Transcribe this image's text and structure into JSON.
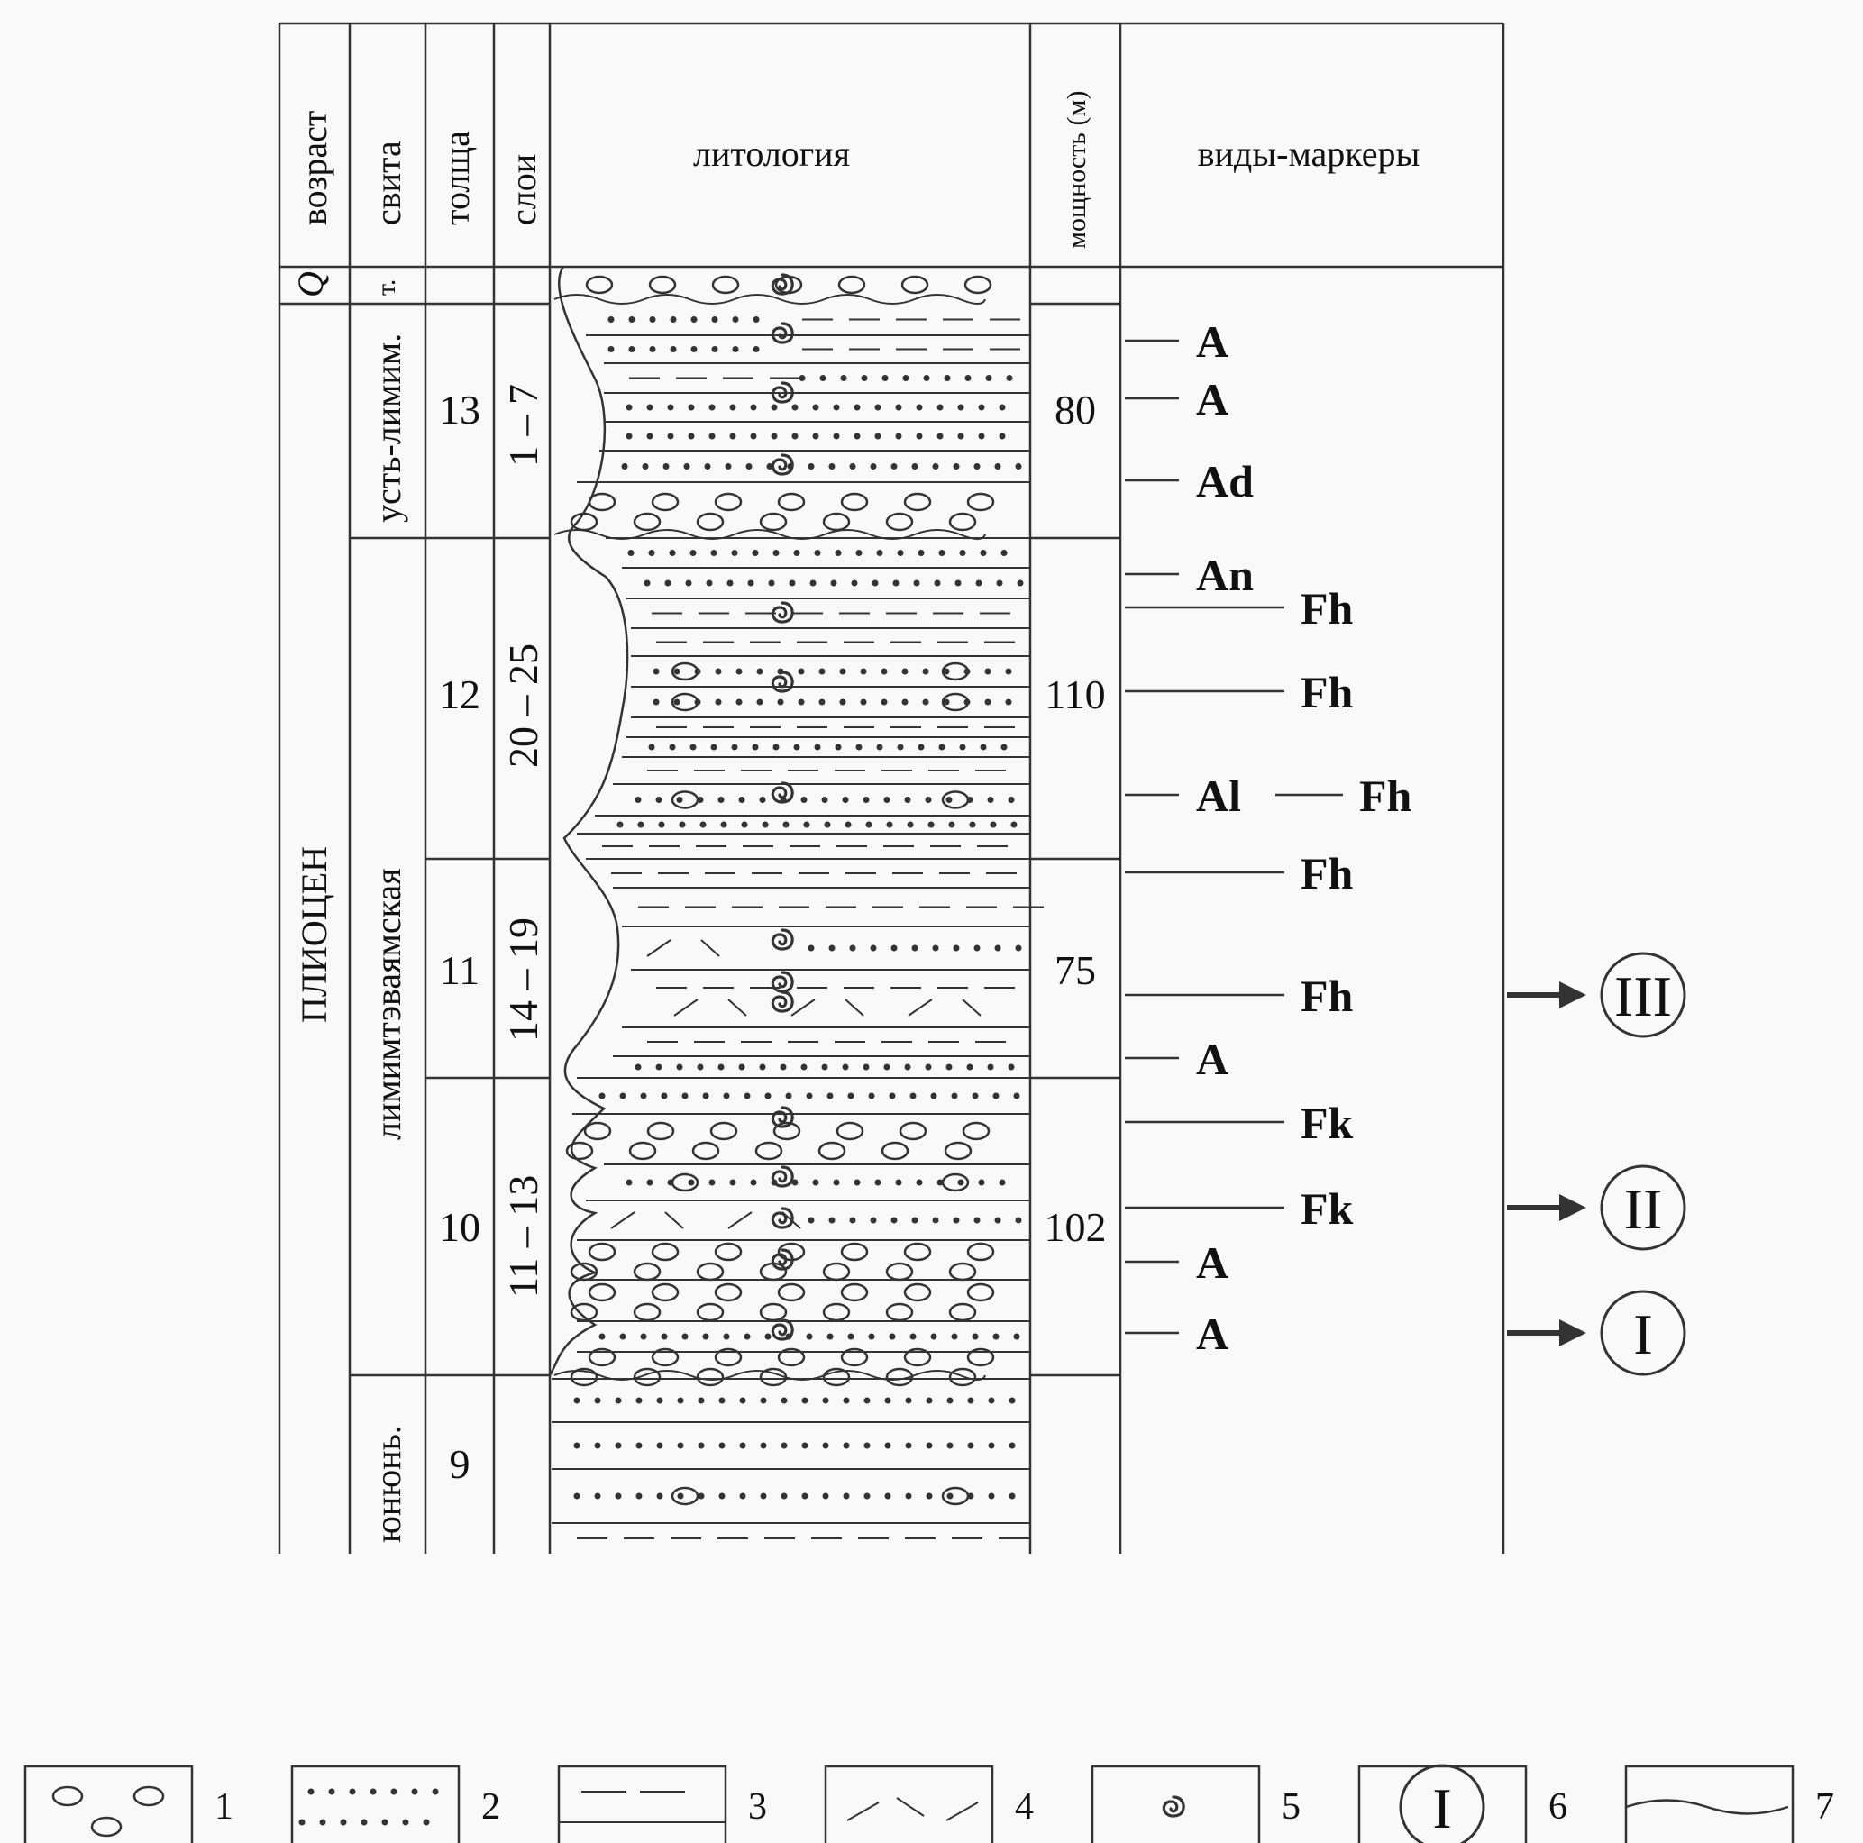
{
  "headers": {
    "age": "возраст",
    "suite": "свита",
    "unit": "толща",
    "layers": "слои",
    "lithology": "литология",
    "thickness": "мощность (м)",
    "markers": "виды-маркеры"
  },
  "rows": {
    "q": {
      "age": "Q",
      "suite": "т."
    },
    "age_pliocene": "ПЛИОЦЕН",
    "suite_ust": "усть-лимим.",
    "suite_limim": "лимимтэваямская",
    "suite_yunyun": "юнюнь.",
    "units": [
      {
        "unit": "13",
        "layers": "1 – 7",
        "thickness": "80"
      },
      {
        "unit": "12",
        "layers": "20 – 25",
        "thickness": "110"
      },
      {
        "unit": "11",
        "layers": "14 – 19",
        "thickness": "75"
      },
      {
        "unit": "10",
        "layers": "11 – 13",
        "thickness": "102"
      },
      {
        "unit": "9",
        "layers": "",
        "thickness": ""
      }
    ]
  },
  "markers": [
    "A",
    "A",
    "Ad",
    "An",
    "Fh",
    "Fh",
    "Al",
    "Fh",
    "Fh",
    "Fh",
    "A",
    "Fk",
    "Fk",
    "A",
    "A"
  ],
  "levels": [
    "III",
    "II",
    "I"
  ],
  "legend": [
    "1",
    "2",
    "3",
    "4",
    "5",
    "6",
    "7"
  ],
  "legend_level_symbol": "I"
}
